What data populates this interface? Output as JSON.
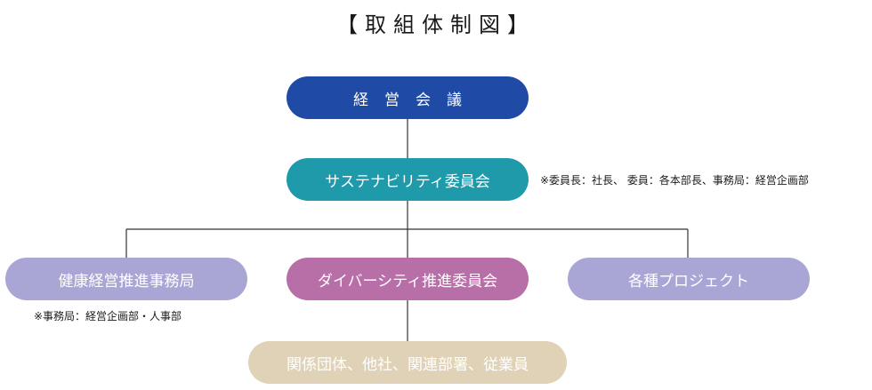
{
  "title": "【取組体制図】",
  "nodes": {
    "management_meeting": {
      "label": "経営会議",
      "color": "#1f4aa6"
    },
    "sustainability_committee": {
      "label": "サステナビリティ委員会",
      "color": "#1f9aab"
    },
    "health_management_office": {
      "label": "健康経営推進事務局",
      "color": "#a9a6d6"
    },
    "diversity_committee": {
      "label": "ダイバーシティ推進委員会",
      "color": "#b86ea7"
    },
    "projects": {
      "label": "各種プロジェクト",
      "color": "#a9a6d6"
    },
    "stakeholders": {
      "label": "関係団体、他社、関連部署、従業員",
      "color": "#e0d2b6"
    }
  },
  "notes": {
    "committee_note": "※委員長：社長、 委員：各本部長、事務局：経営企画部",
    "office_note": "※事務局：経営企画部・人事部"
  },
  "colors": {
    "connector": "#333333"
  }
}
